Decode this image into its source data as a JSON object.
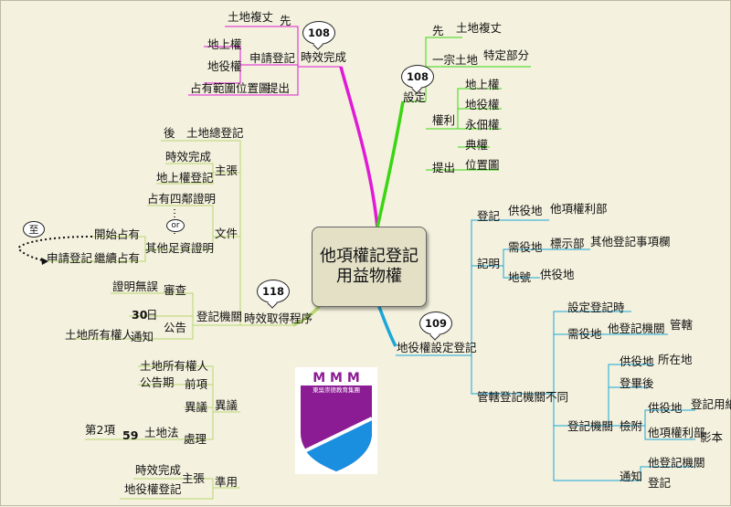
{
  "center": {
    "line1": "他項權記登記",
    "line2": "用益物權"
  },
  "top_branch": {
    "bubble": "108",
    "label": "時效完成",
    "xian": "先",
    "survey": "土地複丈",
    "apply": "申請登記",
    "right1": "地上權",
    "right2": "地役權",
    "submit": "提出",
    "map": "占有範圍位置圖"
  },
  "right_top": {
    "bubble": "108",
    "label": "設定",
    "xian": "先",
    "survey": "土地複丈",
    "one_parcel": "一宗土地",
    "specific": "特定部分",
    "rights": "權利",
    "r1": "地上權",
    "r2": "地役權",
    "r3": "永佃權",
    "r4": "典權",
    "submit": "提出",
    "map": "位置圖"
  },
  "right_bottom": {
    "bubble": "109",
    "label": "地役權設定登記",
    "register": "登記",
    "servient": "供役地",
    "other_rights": "他項權利部",
    "record": "記明",
    "dominant": "需役地",
    "label_section": "標示部",
    "other_items": "其他登記事項欄",
    "lot_no": "地號",
    "servient2": "供役地",
    "diff_office": "管轄登記機關不同",
    "set_time": "設定登記時",
    "dominant2": "需役地",
    "its_office": "他登記機關",
    "jurisdiction": "管轄",
    "office": "登記機關",
    "servient3": "供役地",
    "location": "所在地",
    "after_reg": "登畢後",
    "attach": "檢附",
    "servient4": "供役地",
    "reg_paper": "登記用紙",
    "other_rights2": "他項權利部",
    "copy": "影本",
    "notify": "通知",
    "other_office": "他登記機關",
    "reg": "登記"
  },
  "left_branch": {
    "bubble": "118",
    "label": "時效取得程序",
    "after": "後",
    "total_reg": "土地總登記",
    "claim": "主張",
    "claim_a": "時效完成",
    "claim_b": "地上權登記",
    "docs": "文件",
    "d1": "占有四鄰證明",
    "or": "or",
    "d2": "其他足資證明",
    "zhi": "至",
    "start_occupy": "開始占有",
    "continue_occupy": "繼續占有",
    "apply_reg": "申請登記",
    "reg_office": "登記機關",
    "review": "審查",
    "proof_ok": "證明無誤",
    "days": "30",
    "day_unit": "日",
    "announce": "公告",
    "notify": "通知",
    "owner": "土地所有權人",
    "objection": "異議",
    "o_owner": "土地所有權人",
    "o_period": "公告期",
    "o_prev": "前項",
    "o_obj": "異議",
    "item2": "第2項",
    "art59": "59",
    "land_law": "土地法",
    "handle": "處理",
    "apply_mutatis": "準用",
    "claim2": "主張",
    "c2a": "時效完成",
    "c2b": "地役權登記"
  },
  "logo": {
    "text": "東吳崇德教育集團",
    "colors": {
      "purple": "#8c1c93",
      "blue": "#1a8fe0"
    }
  },
  "branch_colors": {
    "top": "#e01ad6",
    "right_top": "#39d611",
    "right_bottom": "#1aa7d8",
    "left": "#b8d870"
  }
}
